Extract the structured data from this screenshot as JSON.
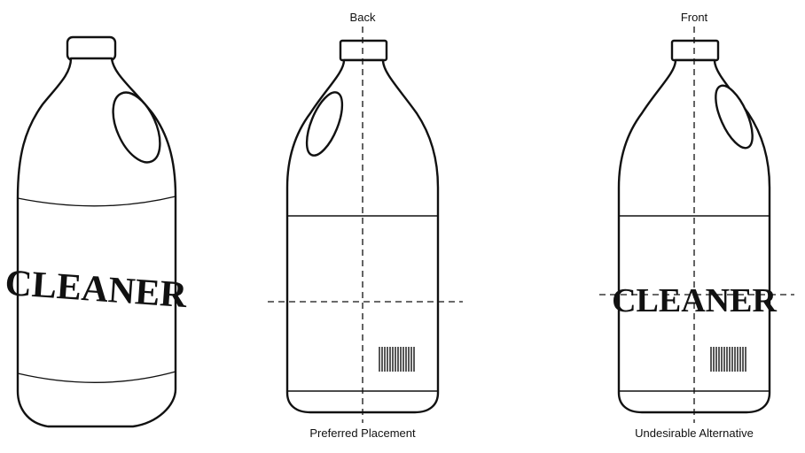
{
  "bottles": [
    {
      "id": "plain",
      "top_label": "",
      "bottom_label": "",
      "brand": "CLEANER",
      "barcode": false
    },
    {
      "id": "back",
      "top_label": "Back",
      "bottom_label": "Preferred Placement",
      "brand": "",
      "barcode": true
    },
    {
      "id": "front",
      "top_label": "Front",
      "bottom_label": "Undesirable Alternative",
      "brand": "CLEANER",
      "barcode": true
    }
  ],
  "colors": {
    "ink": "#111111",
    "background": "#ffffff"
  }
}
